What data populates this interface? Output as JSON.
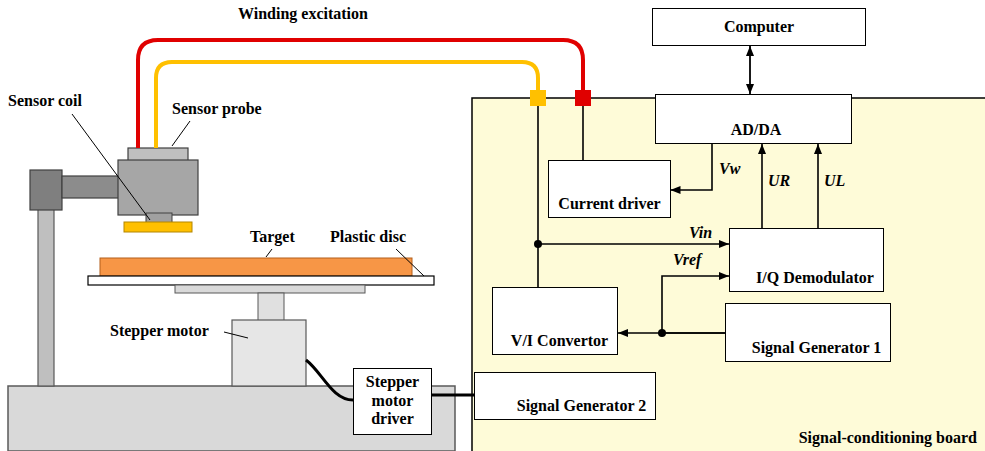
{
  "diagram": {
    "nodes": [
      {
        "text": [
          "Computer"
        ]
      },
      {
        "text": [
          "Signal-conditioning board"
        ]
      },
      {
        "text": [
          "AD/DA"
        ],
        "in": 1
      },
      {
        "text": [
          "Current driver"
        ],
        "in": 1
      },
      {
        "text": [
          "I/Q Demodulator"
        ],
        "in": 1
      },
      {
        "text": [
          "V/I Convertor"
        ],
        "in": 1
      },
      {
        "text": [
          "Signal Generator 1"
        ],
        "in": 1
      },
      {
        "text": [
          "Signal Generator 2"
        ],
        "in": 1
      },
      {
        "text": [
          "Stepper motor driver"
        ]
      }
    ],
    "edges": [
      {
        "from": 0,
        "to": 2,
        "arrow": "both"
      },
      {
        "from": 2,
        "to": 3,
        "label": "Vw",
        "arrow": "to"
      },
      {
        "from": 4,
        "to": 2,
        "label": "UR",
        "arrow": "to"
      },
      {
        "from": 4,
        "to": 2,
        "label": "UL",
        "arrow": "to"
      },
      {
        "from": 5,
        "to": 4,
        "label": "Vin",
        "arrow": "to"
      },
      {
        "from": 6,
        "to": 4,
        "label": "Vref",
        "arrow": "to"
      },
      {
        "from": 6,
        "to": 5,
        "arrow": "to"
      },
      {
        "from": 7,
        "to": 8,
        "arrow": "none"
      }
    ],
    "labels": [
      "Winding excitation",
      "Sensor coil",
      "Sensor probe",
      "Target",
      "Plastic disc",
      "Stepper motor"
    ]
  }
}
